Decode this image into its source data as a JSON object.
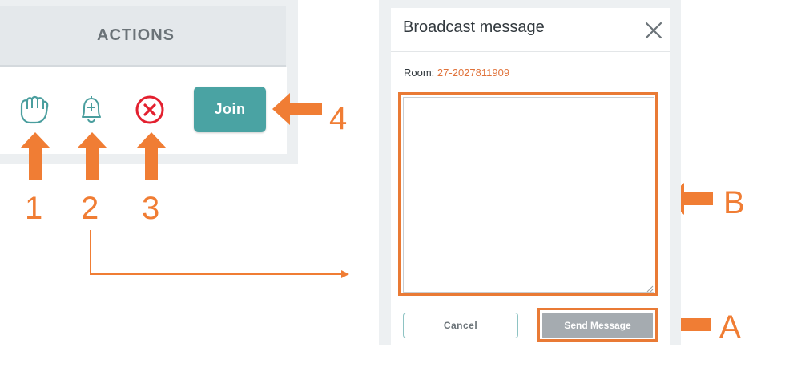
{
  "actions_panel": {
    "header_title": "ACTIONS",
    "icons": [
      "raise-hand-icon",
      "bell-plus-icon",
      "close-circle-icon"
    ],
    "join_label": "Join"
  },
  "callouts": {
    "n1": "1",
    "n2": "2",
    "n3": "3",
    "n4": "4",
    "A": "A",
    "B": "B"
  },
  "dialog": {
    "title": "Broadcast message",
    "room_label": "Room:",
    "room_id": "27-2027811909",
    "message_value": "",
    "cancel_label": "Cancel",
    "send_label": "Send Message"
  },
  "colors": {
    "accent_orange": "#f07d34",
    "join_teal": "#4aa3a3",
    "icon_teal": "#4a9e9e",
    "close_red": "#e3202f",
    "send_gray": "#a5abb0"
  }
}
